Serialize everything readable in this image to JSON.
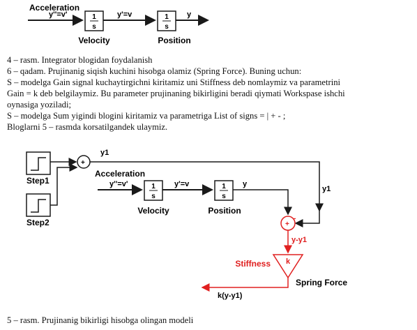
{
  "figure4": {
    "label_acceleration": "Acceleration",
    "signal_in": "y''=v'",
    "signal_mid": "y'=v",
    "signal_out": "y",
    "block1_num": "1",
    "block1_den": "s",
    "block2_num": "1",
    "block2_den": "s",
    "block1_label": "Velocity",
    "block2_label": "Position"
  },
  "text": {
    "caption4": "4 – rasm. Integrator blogidan foydalanish",
    "lines": [
      "6 – qadam. Prujinanig siqish kuchini hisobga olamiz (Spring Force). Buning uchun:",
      "S – modelga Gain signal kuchaytirgichni kiritamiz uni Stiffness deb nomlaymiz va parametrini",
      "Gain = k deb belgilaymiz. Bu parameter prujinaning bikirligini beradi qiymati Workspase ishchi",
      "oynasiga yoziladi;",
      "S – modelga Sum yigindi blogini kiritamiz va parametriga List of signs = | + - ;",
      "Bloglarni 5 – rasmda korsatilgandek ulaymiz."
    ],
    "caption5": "5 – rasm. Prujinanig bikirligi hisobga olingan modeli"
  },
  "figure5": {
    "step1_label": "Step1",
    "step2_label": "Step2",
    "sum1_signs": "+",
    "signal_y1": "y1",
    "label_acceleration": "Acceleration",
    "signal_in": "y''=v'",
    "signal_mid": "y'=v",
    "signal_out": "y",
    "signal_y1_right": "y1",
    "block1_num": "1",
    "block1_den": "s",
    "block2_num": "1",
    "block2_den": "s",
    "block1_label": "Velocity",
    "block2_label": "Position",
    "sum2_plus": "+",
    "sum2_minus": "-",
    "signal_diff": "y-y1",
    "gain_symbol": "k",
    "gain_label": "Stiffness",
    "gain_block_label": "Spring Force",
    "signal_force": "k(y-y1)"
  },
  "colors": {
    "line": "#1a1a1a",
    "red": "#e02020",
    "block_fill": "#ffffff"
  }
}
